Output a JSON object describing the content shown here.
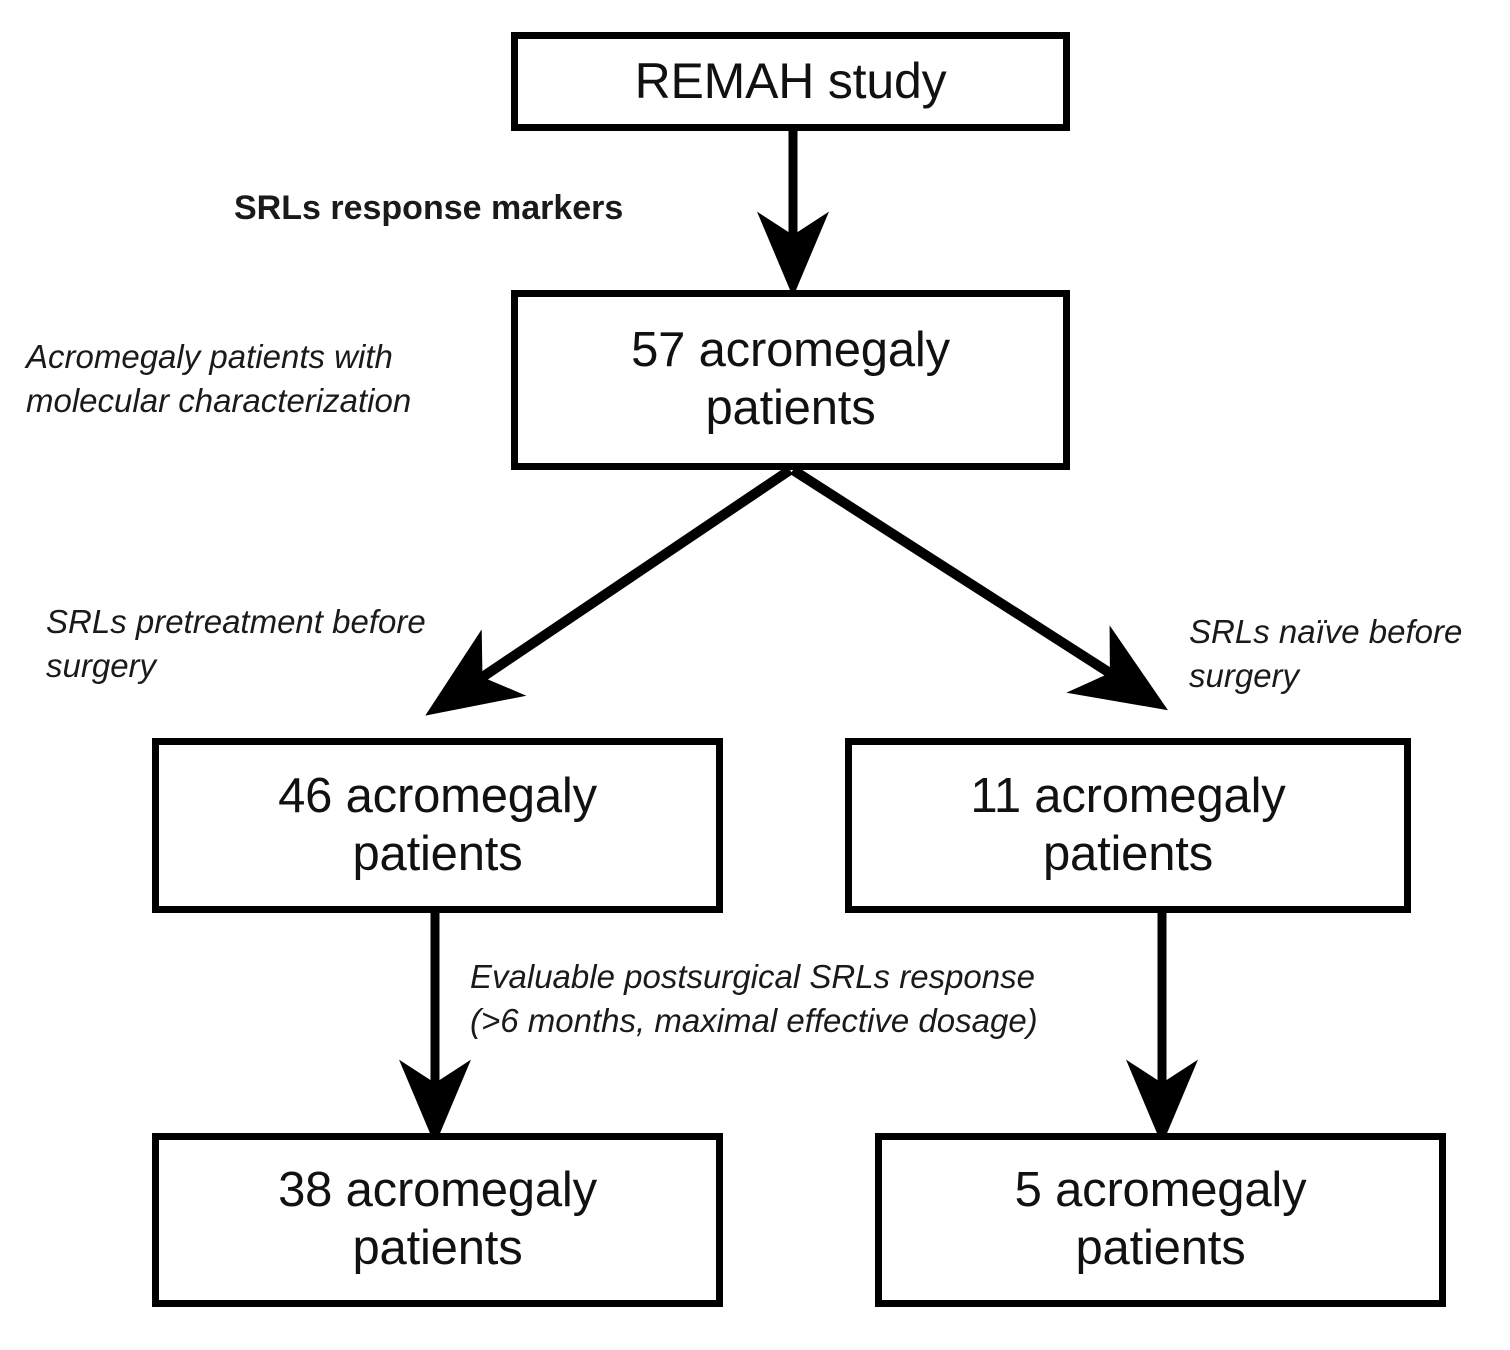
{
  "diagram": {
    "type": "flowchart",
    "title": "REMAH study patient selection flowchart",
    "colors": {
      "stroke": "#000000",
      "background": "#ffffff",
      "text": "#111111"
    },
    "nodes": [
      {
        "id": "remah-study",
        "label": "REMAH study",
        "shape": "rectangle"
      },
      {
        "id": "cohort-57",
        "label": "57 acromegaly\npatients",
        "count": 57,
        "shape": "rectangle"
      },
      {
        "id": "cohort-46",
        "label": "46 acromegaly\npatients",
        "count": 46,
        "shape": "rectangle"
      },
      {
        "id": "cohort-11",
        "label": "11 acromegaly\npatients",
        "count": 11,
        "shape": "rectangle"
      },
      {
        "id": "cohort-38",
        "label": "38 acromegaly\npatients",
        "count": 38,
        "shape": "rectangle"
      },
      {
        "id": "cohort-5",
        "label": "5 acromegaly\npatients",
        "count": 5,
        "shape": "rectangle"
      }
    ],
    "annotations": [
      {
        "id": "srls-response-markers",
        "text": "SRLs response markers",
        "style": "bold"
      },
      {
        "id": "molecular-characterization",
        "text": "Acromegaly patients with\nmolecular characterization",
        "style": "italic"
      },
      {
        "id": "srls-pretreatment",
        "text": "SRLs pretreatment before\nsurgery",
        "style": "italic"
      },
      {
        "id": "srls-naive",
        "text": "SRLs naïve before\nsurgery",
        "style": "italic"
      },
      {
        "id": "evaluable-response",
        "text": "Evaluable postsurgical SRLs response\n(>6 months, maximal effective dosage)",
        "style": "italic"
      }
    ],
    "edges": [
      {
        "id": "edge-remah-to-57",
        "from": "remah-study",
        "to": "cohort-57",
        "kind": "vertical-arrow"
      },
      {
        "id": "edge-57-to-46",
        "from": "cohort-57",
        "to": "cohort-46",
        "kind": "diagonal-arrow-left"
      },
      {
        "id": "edge-57-to-11",
        "from": "cohort-57",
        "to": "cohort-11",
        "kind": "diagonal-arrow-right"
      },
      {
        "id": "edge-46-to-38",
        "from": "cohort-46",
        "to": "cohort-38",
        "kind": "vertical-arrow"
      },
      {
        "id": "edge-11-to-5",
        "from": "cohort-11",
        "to": "cohort-5",
        "kind": "vertical-arrow"
      }
    ]
  }
}
